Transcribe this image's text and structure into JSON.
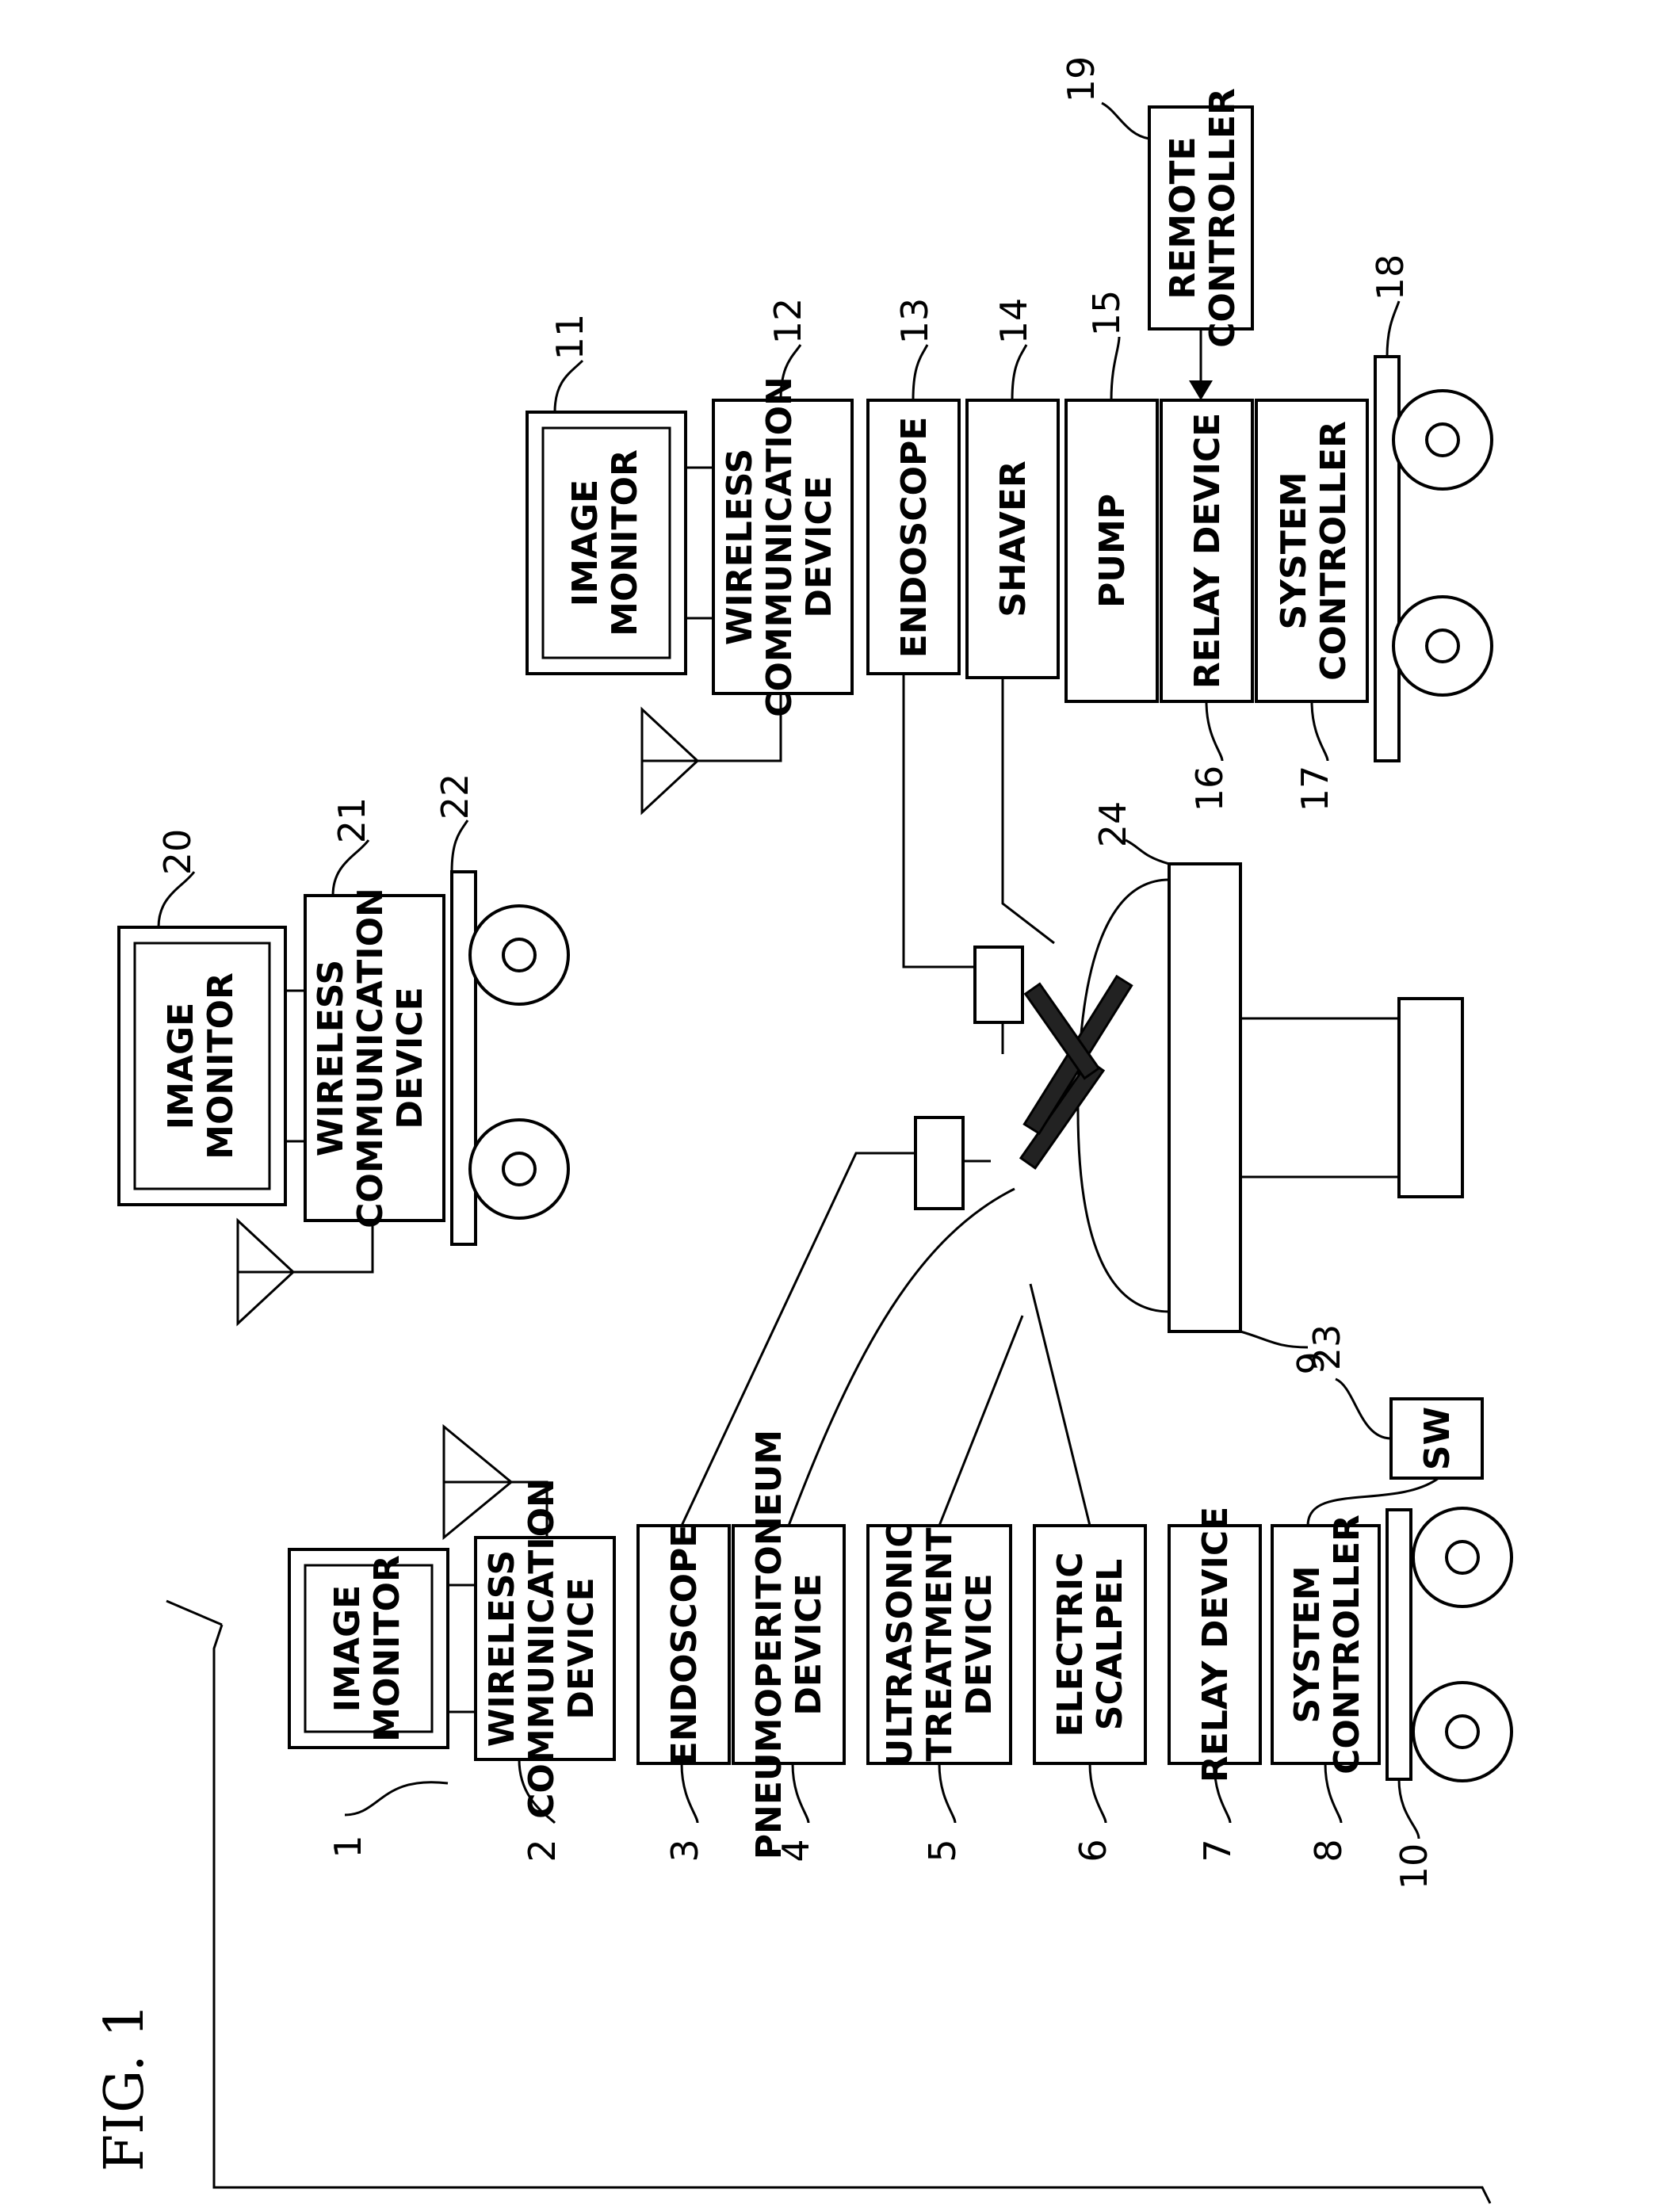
{
  "figure": {
    "title": "FIG. 1"
  },
  "devices": {
    "image_monitor_1": {
      "line1": "IMAGE",
      "line2": "MONITOR"
    },
    "wireless_2": {
      "line1": "WIRELESS",
      "line2": "COMMUNICATION",
      "line3": "DEVICE"
    },
    "endoscope_3": "ENDOSCOPE",
    "pneumo_4": {
      "line1": "PNEUMOPERITONEUM",
      "line2": "DEVICE"
    },
    "ultrasonic_5": {
      "line1": "ULTRASONIC",
      "line2": "TREATMENT",
      "line3": "DEVICE"
    },
    "scalpel_6": {
      "line1": "ELECTRIC",
      "line2": "SCALPEL"
    },
    "relay_7": "RELAY DEVICE",
    "controller_8": {
      "line1": "SYSTEM",
      "line2": "CONTROLLER"
    },
    "sw_9": "SW",
    "image_monitor_11": {
      "line1": "IMAGE",
      "line2": "MONITOR"
    },
    "wireless_12": {
      "line1": "WIRELESS",
      "line2": "COMMUNICATION",
      "line3": "DEVICE"
    },
    "endoscope_13": "ENDOSCOPE",
    "shaver_14": "SHAVER",
    "pump_15": "PUMP",
    "relay_16": "RELAY DEVICE",
    "controller_17": {
      "line1": "SYSTEM",
      "line2": "CONTROLLER"
    },
    "remote_19": {
      "line1": "REMOTE",
      "line2": "CONTROLLER"
    },
    "image_monitor_20": {
      "line1": "IMAGE",
      "line2": "MONITOR"
    },
    "wireless_21": {
      "line1": "WIRELESS",
      "line2": "COMMUNICATION",
      "line3": "DEVICE"
    }
  },
  "refs": {
    "r1": "1",
    "r2": "2",
    "r3": "3",
    "r4": "4",
    "r5": "5",
    "r6": "6",
    "r7": "7",
    "r8": "8",
    "r9": "9",
    "r10": "10",
    "r11": "11",
    "r12": "12",
    "r13": "13",
    "r14": "14",
    "r15": "15",
    "r16": "16",
    "r17": "17",
    "r18": "18",
    "r19": "19",
    "r20": "20",
    "r21": "21",
    "r22": "22",
    "r23": "23",
    "r24": "24"
  }
}
